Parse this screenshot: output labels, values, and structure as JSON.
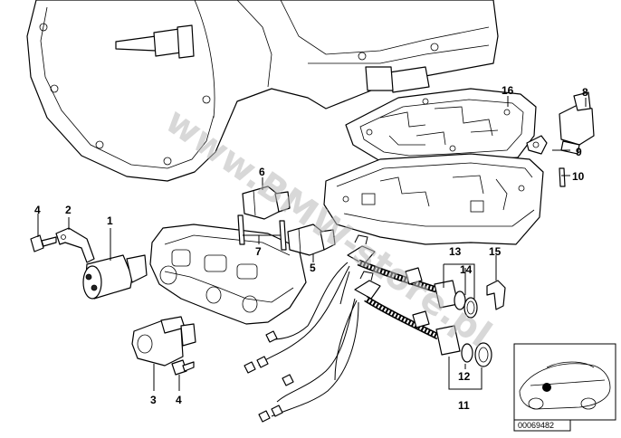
{
  "watermark": "www.BMW-store.pl",
  "reference_number": "00069482",
  "callouts": [
    {
      "id": "c1",
      "label": "1"
    },
    {
      "id": "c2",
      "label": "2"
    },
    {
      "id": "c3",
      "label": "3"
    },
    {
      "id": "c4a",
      "label": "4"
    },
    {
      "id": "c4b",
      "label": "4"
    },
    {
      "id": "c5",
      "label": "5"
    },
    {
      "id": "c6",
      "label": "6"
    },
    {
      "id": "c7",
      "label": "7"
    },
    {
      "id": "c8",
      "label": "8"
    },
    {
      "id": "c9",
      "label": "9"
    },
    {
      "id": "c10",
      "label": "10"
    },
    {
      "id": "c11",
      "label": "11"
    },
    {
      "id": "c12",
      "label": "12"
    },
    {
      "id": "c13",
      "label": "13"
    },
    {
      "id": "c14",
      "label": "14"
    },
    {
      "id": "c15",
      "label": "15"
    },
    {
      "id": "c16",
      "label": "16"
    }
  ]
}
